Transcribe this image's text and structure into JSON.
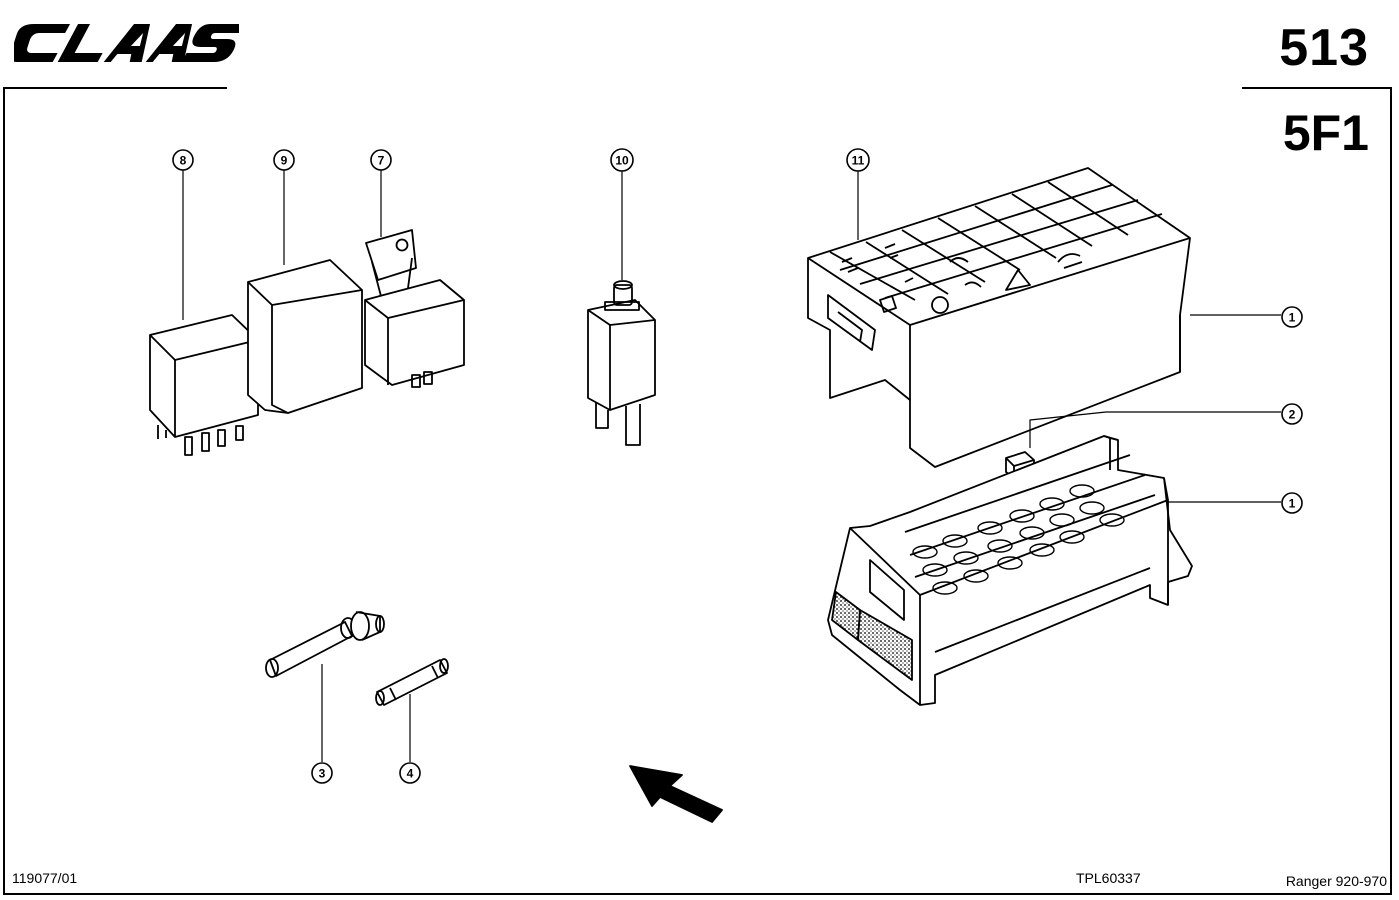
{
  "header": {
    "brand": "CLAAS",
    "page_number": "513",
    "group_code": "5F1"
  },
  "footer": {
    "drawing_id": "119077/01",
    "plate_id": "TPL60337",
    "model": "Ranger 920-970"
  },
  "callouts": [
    "1",
    "1",
    "2",
    "3",
    "4",
    "7",
    "8",
    "9",
    "10",
    "11"
  ],
  "fuse_panel_symbols": [
    "horn-icon",
    "wiper-icon",
    "light-icon",
    "hazard-icon",
    "beam-icon"
  ]
}
